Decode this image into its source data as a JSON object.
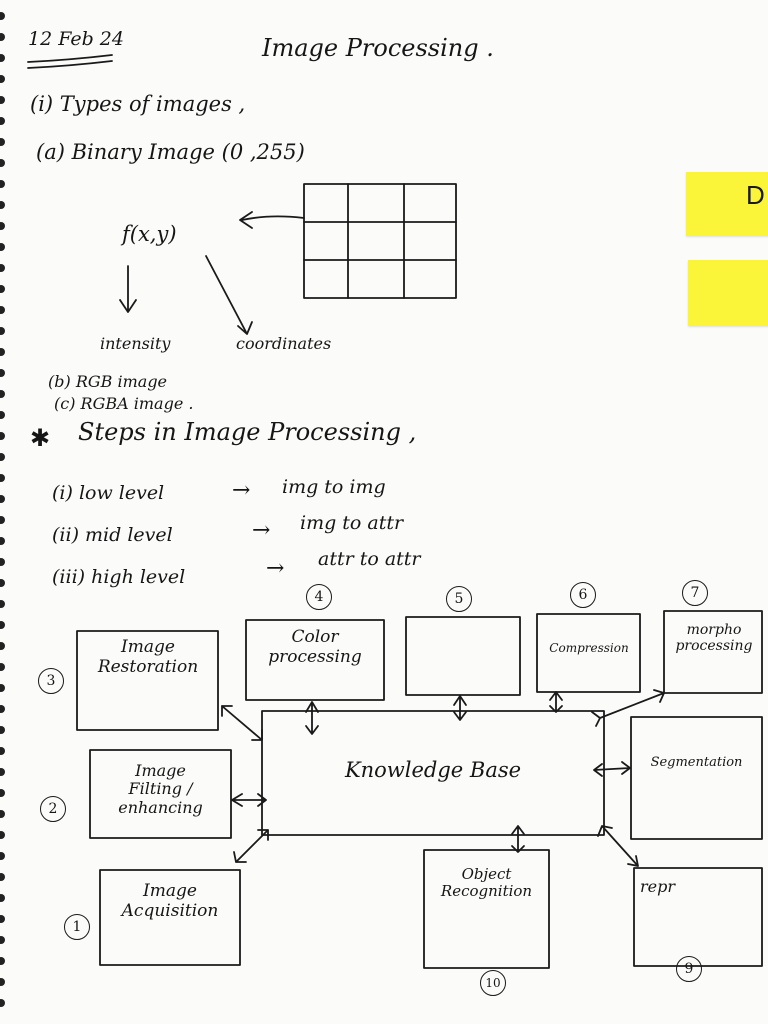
{
  "header": {
    "date": "12 Feb 24",
    "title": "Image Processing ."
  },
  "sticky_note": {
    "letter": "D"
  },
  "types": {
    "heading": "(i) Types of images ,",
    "binary": "(a) Binary Image (0 ,255)",
    "function": "f(x,y)",
    "intensity": "intensity",
    "coordinates": "coordinates",
    "rgb": "(b) RGB image",
    "rgba": "(c) RGBA image ."
  },
  "steps": {
    "heading": "Steps in Image Processing ,",
    "star": "✱",
    "levels": [
      {
        "label": "(i) low level",
        "arrow": "→",
        "desc": "img to img"
      },
      {
        "label": "(ii) mid level",
        "arrow": "→",
        "desc": "img to attr"
      },
      {
        "label": "(iii) high level",
        "arrow": "→",
        "desc": "attr to attr"
      }
    ]
  },
  "diagram": {
    "center": "Knowledge Base",
    "boxes": {
      "restoration": "Image\nRestoration",
      "color": "Color\nprocessing",
      "blank": "",
      "compression": "Compression",
      "morpho": "morpho\nprocessing",
      "filtering": "Image\nFilting /\nenhancing",
      "segmentation": "Segmentation",
      "acquisition": "Image\nAcquisition",
      "recognition": "Object\nRecognition",
      "repr": "repr"
    },
    "numbers": {
      "n1": "1",
      "n2": "2",
      "n3": "3",
      "n4": "4",
      "n5": "5",
      "n6": "6",
      "n7": "7",
      "n9": "9",
      "n10": "10"
    }
  }
}
